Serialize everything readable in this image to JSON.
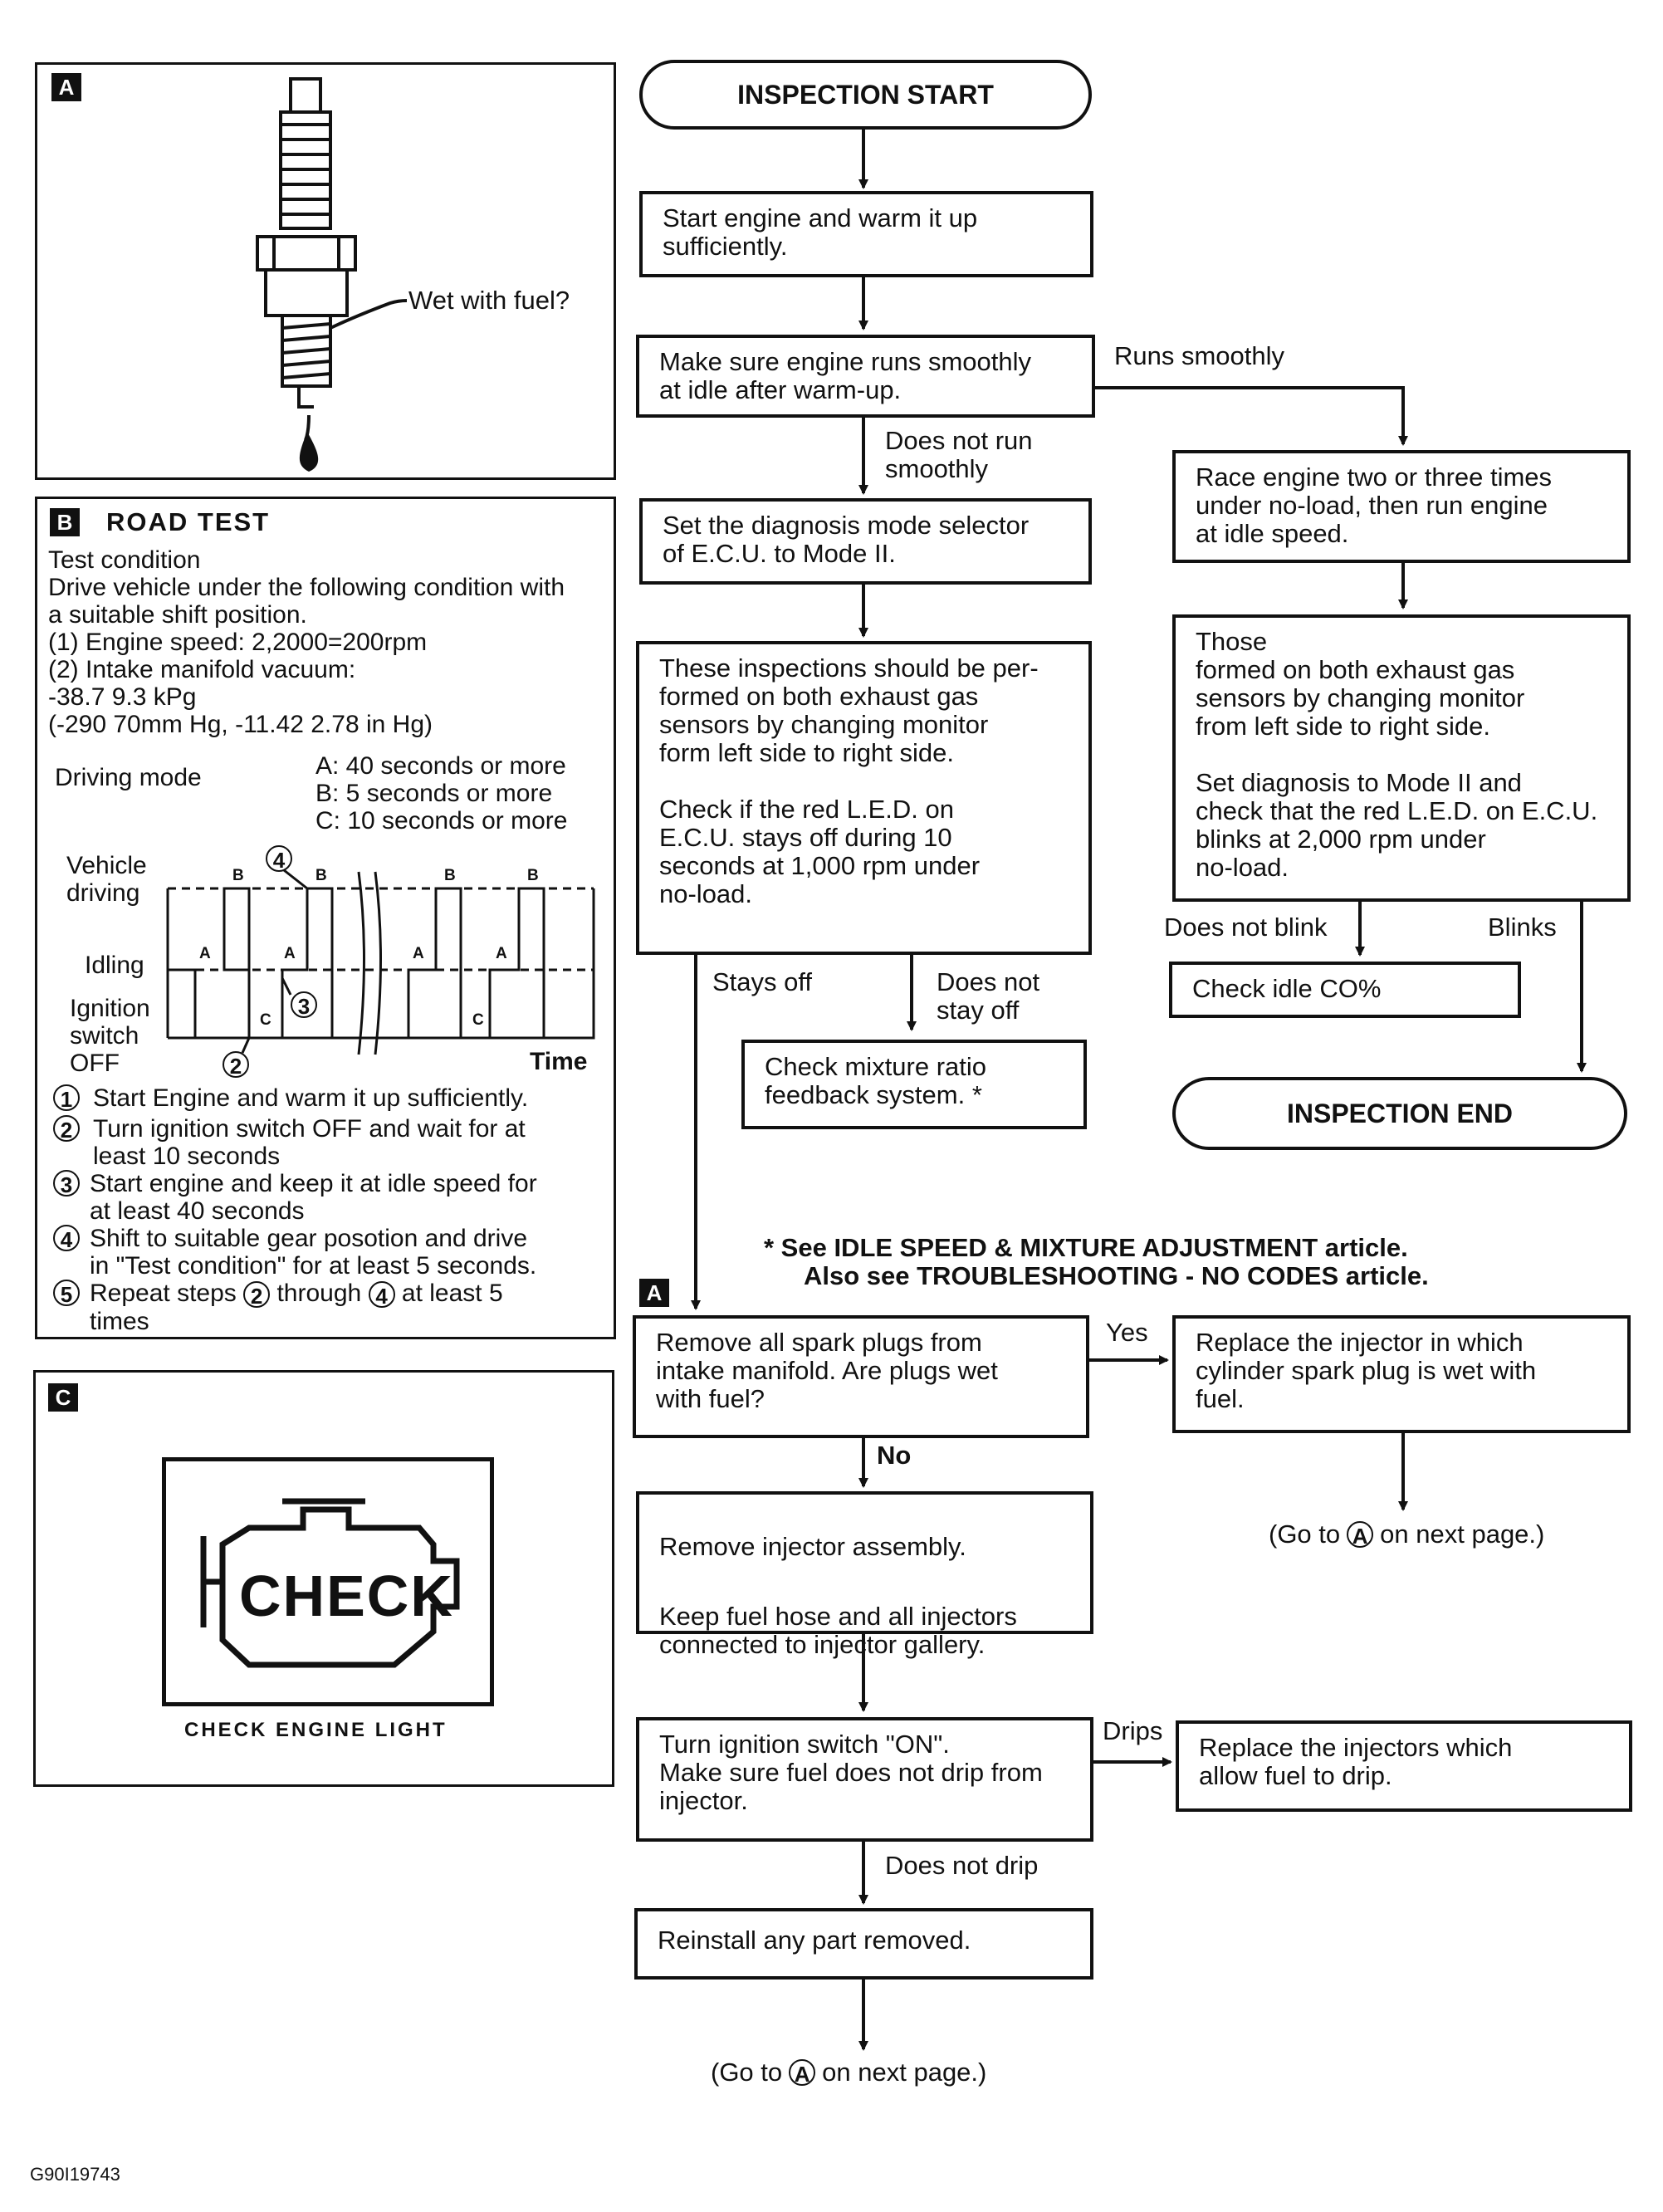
{
  "panel_a": {
    "badge": "A",
    "callout": "Wet with fuel?"
  },
  "panel_b": {
    "badge": "B",
    "title": "ROAD TEST",
    "test_condition": "Test condition\nDrive vehicle under the following condition with\na suitable shift position.\n(1) Engine speed: 2,2000=200rpm\n(2) Intake manifold vacuum:\n    -38.7   9.3 kPg\n    (-290   70mm Hg, -11.42   2.78 in Hg)",
    "driving_mode_label": "Driving mode",
    "driving_mode_values": "A: 40 seconds or more\nB: 5 seconds or more\nC: 10 seconds or more",
    "chart_labels": {
      "vehicle_driving": "Vehicle\ndriving",
      "idling": "Idling",
      "ignition_off": "Ignition\nswitch\nOFF",
      "time": "Time"
    },
    "segment_letters": [
      "B",
      "B",
      "B",
      "B",
      "A",
      "A",
      "A",
      "A",
      "C",
      "C"
    ],
    "step_markers": [
      "4",
      "3",
      "2"
    ],
    "steps": [
      {
        "num": "1",
        "text": "Start Engine and warm it up sufficiently."
      },
      {
        "num": "2",
        "text": "Turn ignition switch OFF and wait for at\nleast 10 seconds"
      },
      {
        "num": "3",
        "text": "Start engine and keep it at idle speed for\nat least 40 seconds"
      },
      {
        "num": "4",
        "text": "Shift to suitable gear posotion and drive\nin \"Test condition\" for at least 5 seconds."
      }
    ],
    "step5": {
      "num": "5",
      "pre": "Repeat steps",
      "mid": "through",
      "post": "at least 5\ntimes",
      "ref_a": "2",
      "ref_b": "4"
    }
  },
  "panel_c": {
    "badge": "C",
    "icon_text": "CHECK",
    "caption": "CHECK ENGINE LIGHT"
  },
  "flow": {
    "start": "INSPECTION START",
    "end": "INSPECTION END",
    "b1": "Start engine and warm it up\nsufficiently.",
    "b2": "Make sure engine runs smoothly\nat idle after warm-up.",
    "b3": "Set the diagnosis mode selector\nof E.C.U. to Mode II.",
    "b4": "These inspections should be per-\nformed on both exhaust gas\nsensors by changing monitor\nform left side to right side.\n\nCheck if the red L.E.D. on\nE.C.U. stays off during 10\nseconds at 1,000 rpm under\nno-load.",
    "b5": "Check mixture ratio\nfeedback system. *",
    "r1": "Race engine two or three times\nunder no-load, then run engine\nat idle speed.",
    "r2": "Those\nformed on both exhaust gas\nsensors by changing monitor\nfrom left side to right side.\n\nSet diagnosis to Mode II and\ncheck that the red L.E.D. on E.C.U.\nblinks at 2,000 rpm under\nno-load.",
    "r3": "Check idle CO%",
    "lbl_runs_smoothly": "Runs smoothly",
    "lbl_not_smooth": "Does not run\nsmoothly",
    "lbl_stays_off": "Stays off",
    "lbl_not_stay_off": "Does not\nstay off",
    "lbl_not_blink": "Does not blink",
    "lbl_blinks": "Blinks",
    "note_line1": "*   See IDLE SPEED & MIXTURE ADJUSTMENT article.",
    "note_line2": "Also see TROUBLESHOOTING - NO CODES article.",
    "a_badge": "A",
    "c1": "Remove all spark plugs from\nintake manifold. Are plugs wet\nwith fuel?",
    "c1_yes": "Yes",
    "c1_no": "No",
    "c1r": "Replace the injector in which\ncylinder spark plug is wet with\nfuel.",
    "c2": "Remove injector assembly.",
    "c2b": "Keep fuel hose and all injectors\nconnected to injector gallery.",
    "c3": "Turn ignition switch \"ON\".\nMake sure fuel does not drip from\ninjector.",
    "c3_drips": "Drips",
    "c3r": "Replace the injectors which\nallow fuel to drip.",
    "c3_nodrip": "Does not drip",
    "c4": "Reinstall any part removed.",
    "goto_pre": "(Go to",
    "goto_letter": "A",
    "goto_post": "on next page.)"
  },
  "figure_id": "G90I19743"
}
